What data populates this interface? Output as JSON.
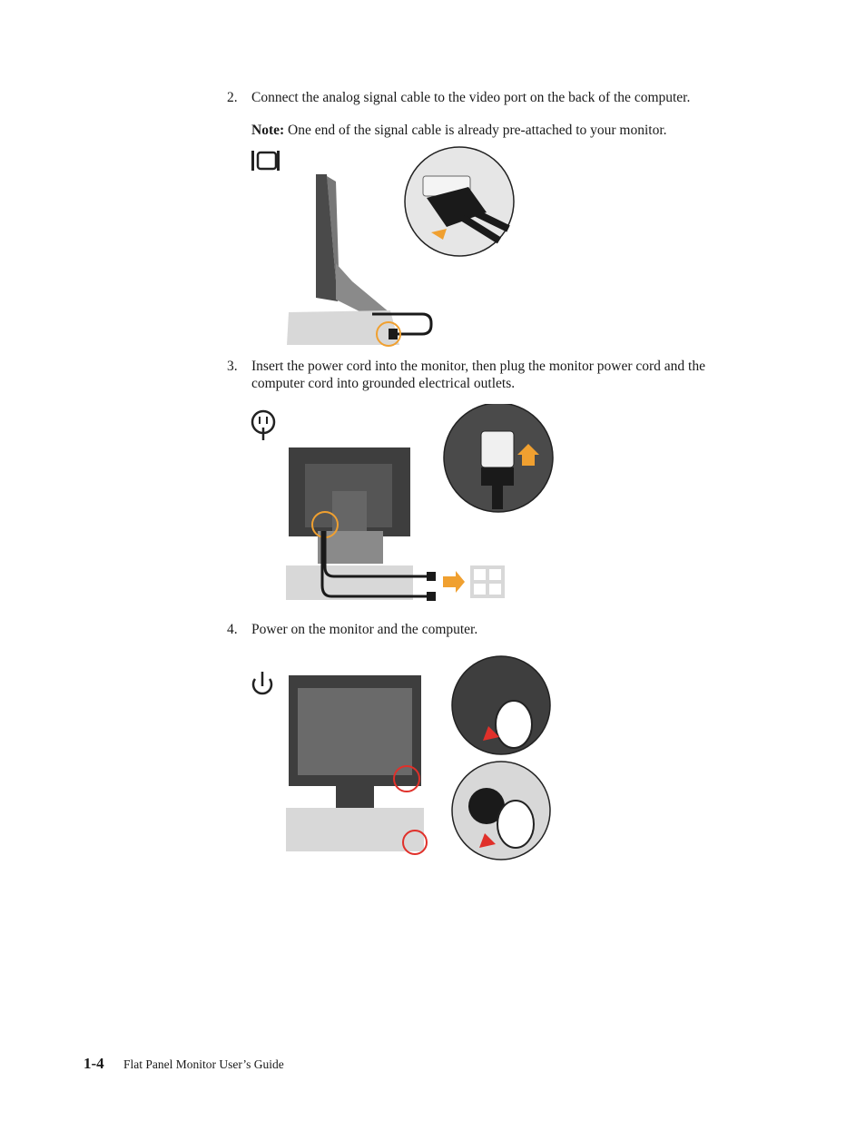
{
  "steps": [
    {
      "number": "2.",
      "text": "Connect the analog signal cable to the video port on the back of the computer."
    },
    {
      "number": "3.",
      "text": "Insert the power cord into the monitor, then plug the monitor power cord and the computer cord into grounded electrical outlets."
    },
    {
      "number": "4.",
      "text": "Power on the monitor and the computer."
    }
  ],
  "note": {
    "label": "Note:",
    "text": "One end of the signal cable is already pre-attached to your monitor."
  },
  "footer": {
    "page": "1-4",
    "title": "Flat Panel Monitor User’s Guide"
  },
  "colors": {
    "accent_orange": "#f0a030",
    "accent_red": "#e0302a",
    "gray_dark": "#4a4a4a",
    "gray_light": "#d8d8d8"
  },
  "icons": [
    "vga-port-icon",
    "power-plug-icon",
    "power-button-icon"
  ]
}
